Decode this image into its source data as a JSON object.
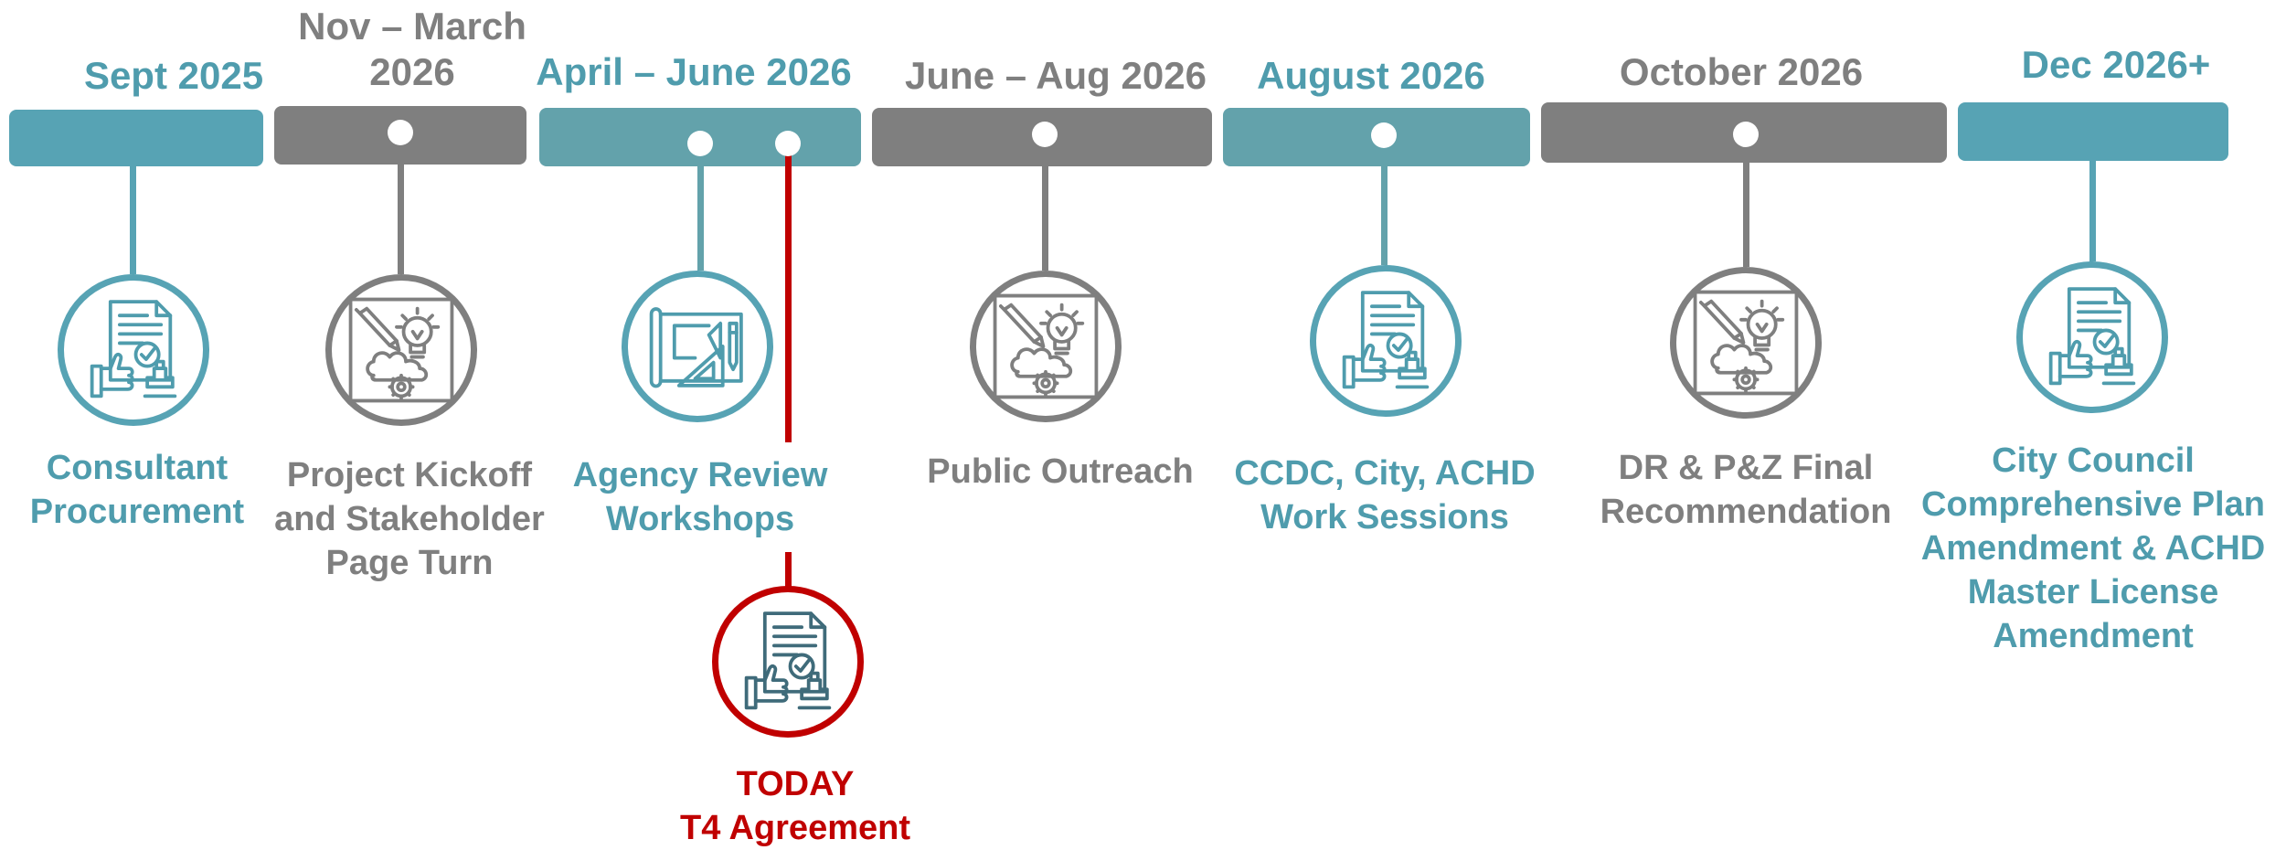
{
  "colors": {
    "teal": "#57a3b4",
    "gray": "#7f7f7f",
    "red": "#c00000",
    "dark_icon": "#3f6b7a"
  },
  "milestones": [
    {
      "date": "Sept 2025",
      "label": "Consultant Procurement",
      "icon": "document-approval-icon",
      "color": "teal"
    },
    {
      "date": "Nov – March 2026",
      "label": "Project Kickoff and Stakeholder Page Turn",
      "icon": "idea-brainstorm-icon",
      "color": "gray"
    },
    {
      "date": "April – June 2026",
      "label": "Agency Review Workshops",
      "icon": "blueprint-tools-icon",
      "color": "teal"
    },
    {
      "date": "June – Aug 2026",
      "label": "Public Outreach",
      "icon": "idea-brainstorm-icon",
      "color": "gray"
    },
    {
      "date": "August 2026",
      "label": "CCDC, City, ACHD Work Sessions",
      "icon": "document-approval-icon",
      "color": "teal"
    },
    {
      "date": "October 2026",
      "label": "DR & P&Z Final Recommendation",
      "icon": "idea-brainstorm-icon",
      "color": "gray"
    },
    {
      "date": "Dec 2026+",
      "label": "City Council Comprehensive Plan Amendment & ACHD Master License Amendment",
      "icon": "document-approval-icon",
      "color": "teal"
    }
  ],
  "today": {
    "line1": "TODAY",
    "line2": "T4 Agreement",
    "icon": "document-approval-icon",
    "color": "red"
  }
}
